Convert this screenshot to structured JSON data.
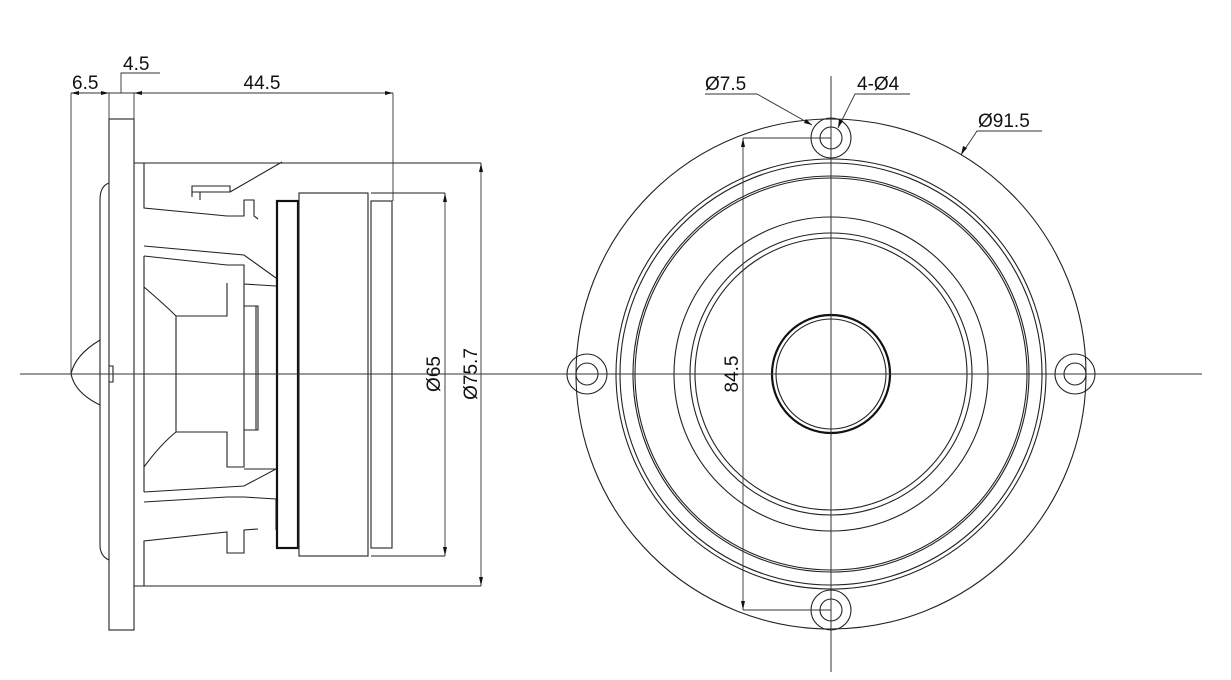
{
  "side_view": {
    "dimensions": {
      "dust_cap_protrusion": "6.5",
      "flange_thickness": "4.5",
      "mounting_depth": "44.5",
      "magnet_diameter": "Ø65",
      "basket_diameter": "Ø75.7"
    }
  },
  "front_view": {
    "dimensions": {
      "hole_boss_diameter": "Ø7.5",
      "mounting_holes": "4-Ø4",
      "outer_diameter": "Ø91.5",
      "hole_spacing": "84.5"
    }
  },
  "line_color": "#222222"
}
